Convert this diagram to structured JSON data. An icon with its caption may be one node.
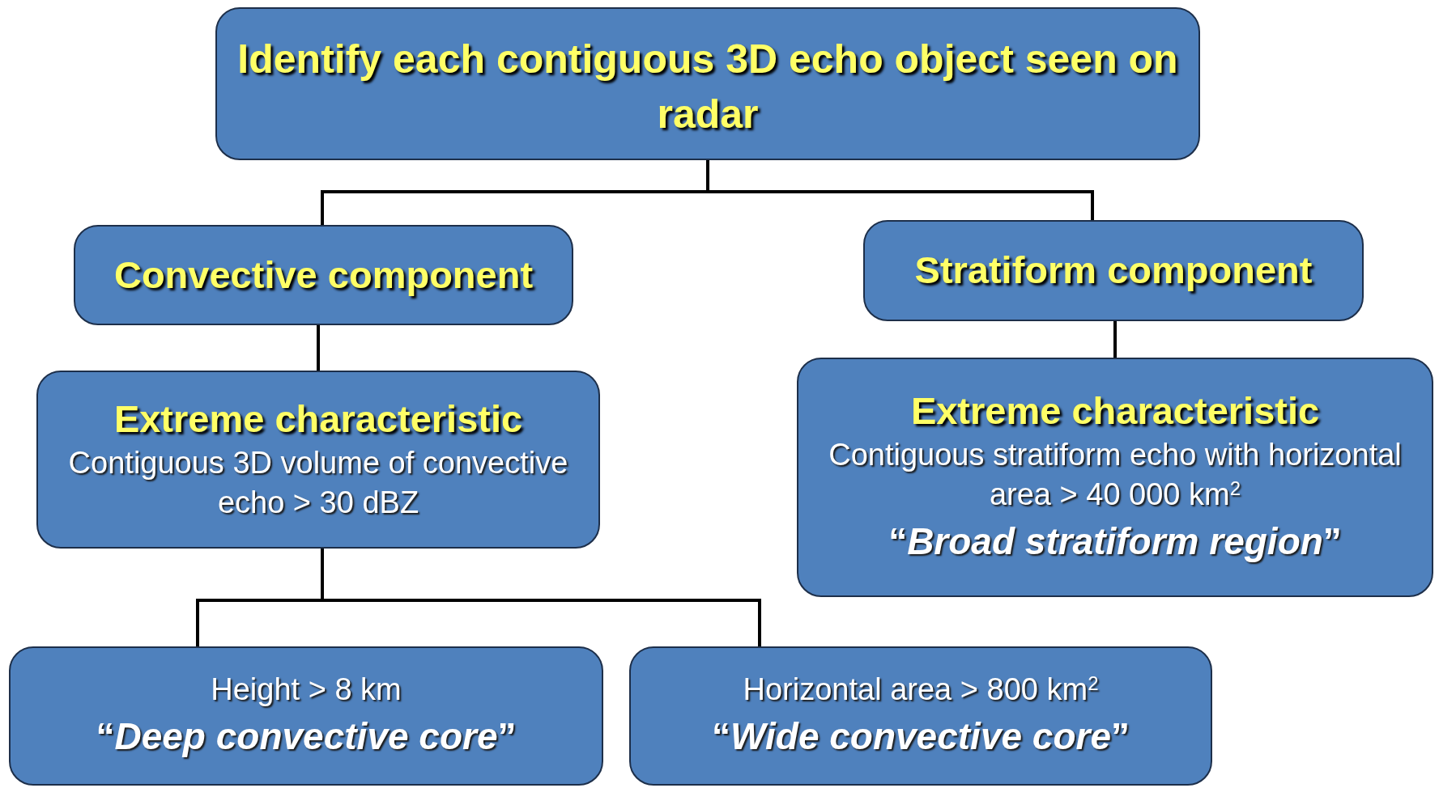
{
  "diagram": {
    "nodes": [
      {
        "text": [
          "Identify each contiguous 3D echo object seen on radar"
        ]
      },
      {
        "text": [
          "Convective component"
        ]
      },
      {
        "text": [
          "Stratiform component"
        ]
      },
      {
        "text": [
          "Extreme characteristic",
          "Contiguous 3D volume  of convective echo > 30 dBZ"
        ]
      },
      {
        "text": [
          "Extreme characteristic",
          "Contiguous stratiform echo with horizontal area > 40 000 km$^{2}$",
          "“*Broad stratiform region*”"
        ]
      },
      {
        "text": [
          "Height > 8 km",
          "“*Deep convective core*”"
        ]
      },
      {
        "text": [
          "Horizontal area  > 800 km$^{2}$",
          "“*Wide convective core*”"
        ]
      }
    ],
    "edges": [
      {
        "from": 0,
        "to": 1,
        "arrow": "none"
      },
      {
        "from": 0,
        "to": 2,
        "arrow": "none"
      },
      {
        "from": 1,
        "to": 3,
        "arrow": "none"
      },
      {
        "from": 2,
        "to": 4,
        "arrow": "none"
      },
      {
        "from": 3,
        "to": 5,
        "arrow": "none"
      },
      {
        "from": 3,
        "to": 6,
        "arrow": "none"
      }
    ]
  }
}
